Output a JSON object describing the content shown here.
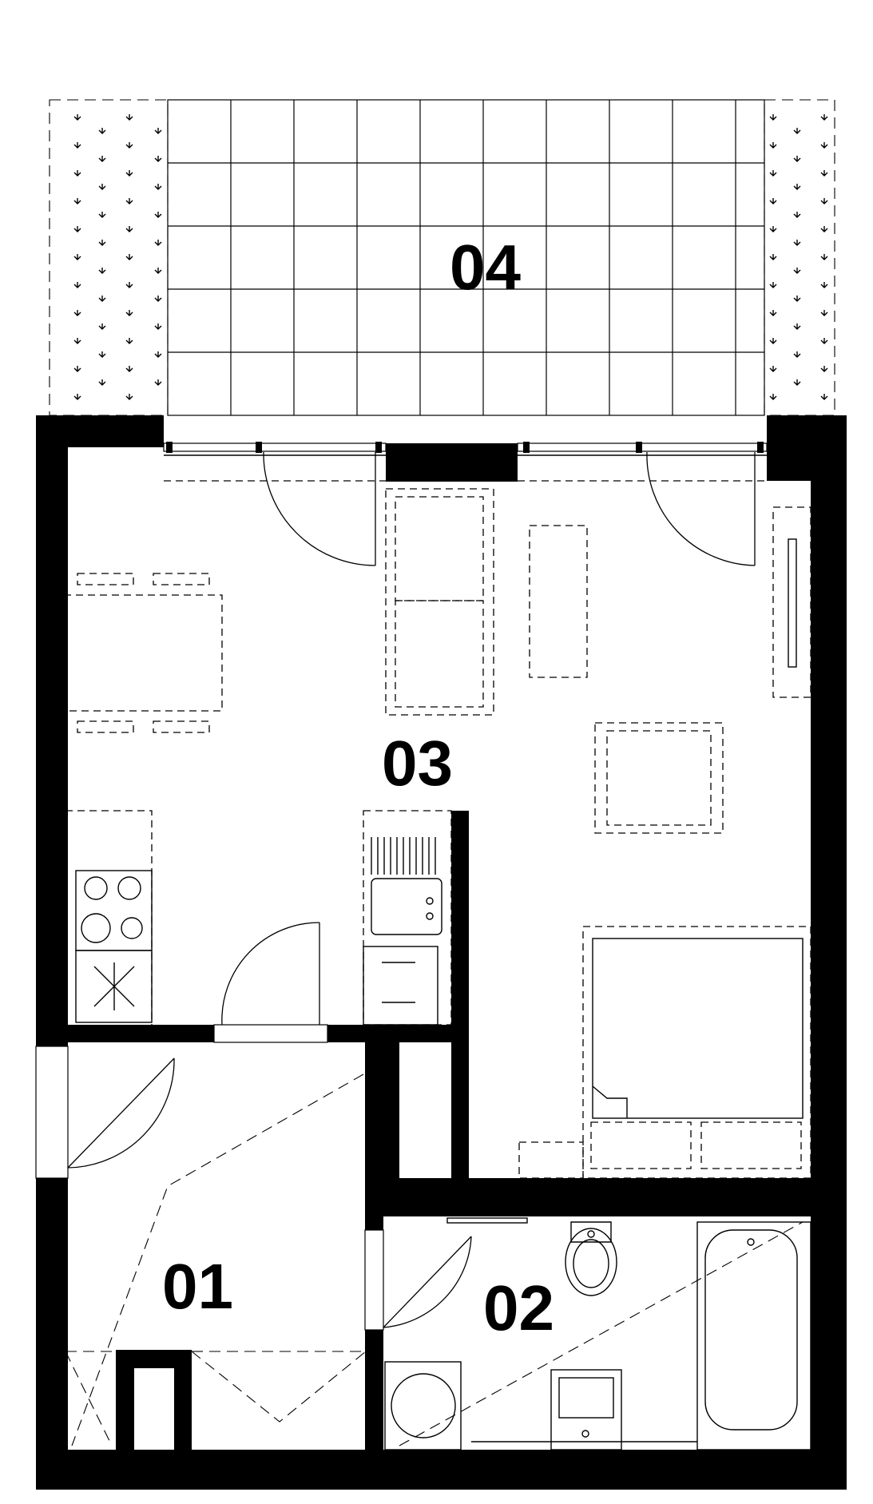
{
  "rooms": {
    "entry": {
      "label": "01"
    },
    "bathroom": {
      "label": "02"
    },
    "living": {
      "label": "03"
    },
    "balcony": {
      "label": "04"
    }
  },
  "colors": {
    "wall": "#000000",
    "background": "#ffffff"
  }
}
